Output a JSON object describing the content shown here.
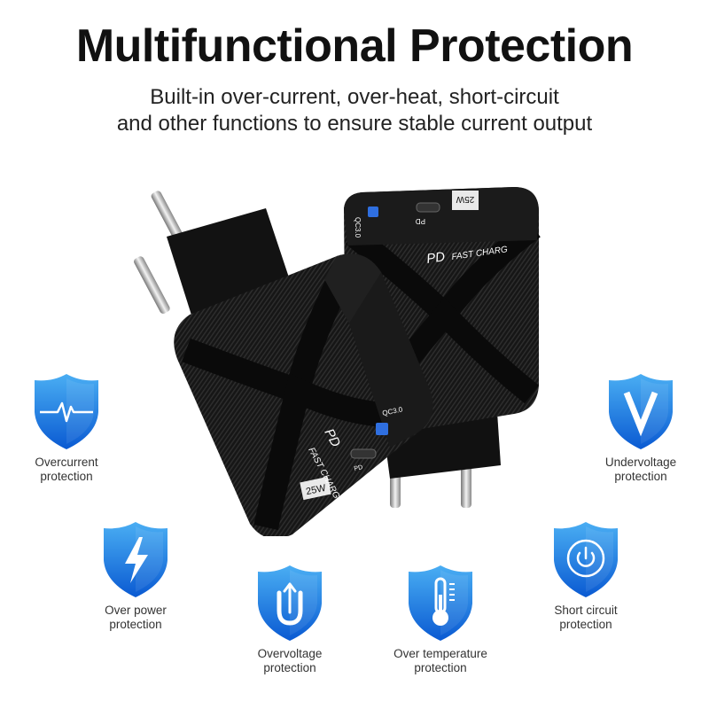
{
  "header": {
    "title": "Multifunctional Protection",
    "subtitle_line1": "Built-in over-current, over-heat, short-circuit",
    "subtitle_line2": "and other functions to ensure stable current output"
  },
  "product": {
    "front": {
      "brand_pd": "PD",
      "brand_text": "FAST CHARG",
      "port_qc": "QC3.0",
      "port_pd": "PD",
      "wattage": "25W"
    },
    "back": {
      "brand_pd": "PD",
      "brand_text": "FAST CHARG",
      "port_qc": "QC3.0",
      "port_pd": "PD",
      "wattage": "25W"
    }
  },
  "features": [
    {
      "icon": "pulse-icon",
      "line1": "Overcurrent",
      "line2": "protection"
    },
    {
      "icon": "lightning-icon",
      "line1": "Over power",
      "line2": "protection"
    },
    {
      "icon": "u-arrow-icon",
      "line1": "Overvoltage",
      "line2": "protection"
    },
    {
      "icon": "thermometer-icon",
      "line1": "Over temperature",
      "line2": "protection"
    },
    {
      "icon": "power-icon",
      "line1": "Short circuit",
      "line2": "protection"
    },
    {
      "icon": "v-letter-icon",
      "line1": "Undervoltage",
      "line2": "protection"
    }
  ],
  "colors": {
    "shield_top": "#3fa4f0",
    "shield_bottom": "#0a5fd6",
    "charger_body": "#151515"
  }
}
